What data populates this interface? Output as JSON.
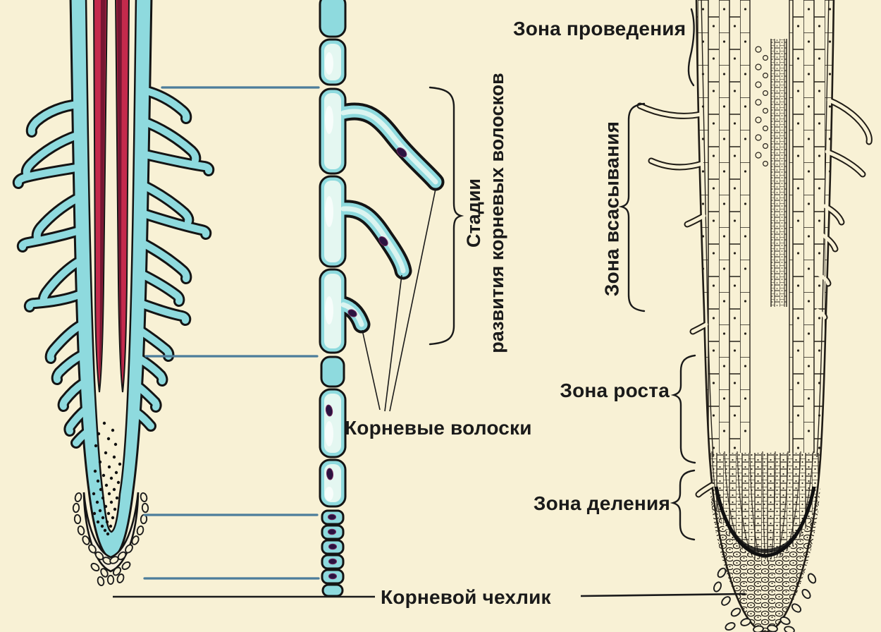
{
  "labels": {
    "conduction_zone": "Зона проведения",
    "stages_line1": "Стадии",
    "stages_line2": "развития корневых волосков",
    "absorption_zone": "Зона всасывания",
    "growth_zone": "Зона роста",
    "division_zone": "Зона деления",
    "root_hairs": "Корневые волоски",
    "root_cap": "Корневой чехлик"
  },
  "colors": {
    "background": "#f8f1d5",
    "cell_cyan": "#8edade",
    "vascular_red": "#c42a4c",
    "vascular_dark_red": "#6e1430",
    "outline_ink": "#141414",
    "zone_line_blue": "#4c7d9b",
    "nucleus_purple": "#2a1340",
    "label_ink": "#1a1a1a"
  }
}
